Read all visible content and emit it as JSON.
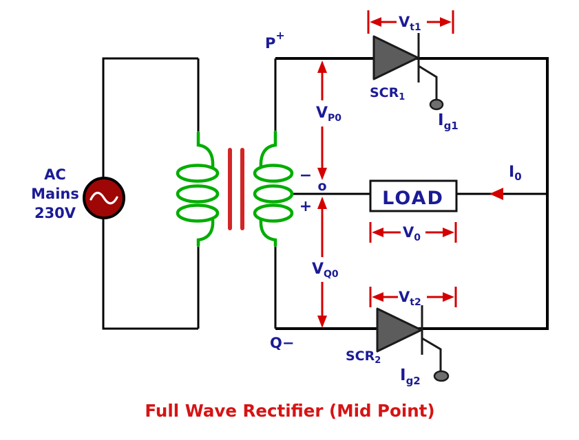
{
  "title": "Full Wave Rectifier (Mid Point)",
  "ac_source": {
    "line1": "AC",
    "line2": "Mains",
    "line3": "230V"
  },
  "terminals": {
    "p": {
      "main": "P",
      "sup": "+"
    },
    "q": "Q−",
    "center_tap": "o",
    "tap_minus": "−",
    "tap_plus": "+"
  },
  "load": {
    "label": "LOAD"
  },
  "scr1": {
    "name": {
      "main": "SCR",
      "sub": "1"
    },
    "gate_current": {
      "main": "I",
      "sub": "g1"
    }
  },
  "scr2": {
    "name": {
      "main": "SCR",
      "sub": "2"
    },
    "gate_current": {
      "main": "I",
      "sub": "g2"
    }
  },
  "measurements": {
    "vt1": {
      "main": "V",
      "sub": "t1"
    },
    "vt2": {
      "main": "V",
      "sub": "t2"
    },
    "v0": {
      "main": "V",
      "sub": "0"
    },
    "vp0": {
      "main": "V",
      "sub": "P0"
    },
    "vq0": {
      "main": "V",
      "sub": "Q0"
    },
    "i0": {
      "main": "I",
      "sub": "0"
    }
  },
  "colors": {
    "wire": "#000000",
    "label_blue": "#1b1b96",
    "arrow_red": "#d40000",
    "title_red": "#d61414",
    "coil_green": "#00ad00",
    "core_red": "#d22626",
    "source_fill": "#9f0606",
    "scr_fill": "#5c5c5c",
    "scr_outline": "#1a1a1a",
    "gate_terminal_fill": "#6f6f6f"
  }
}
